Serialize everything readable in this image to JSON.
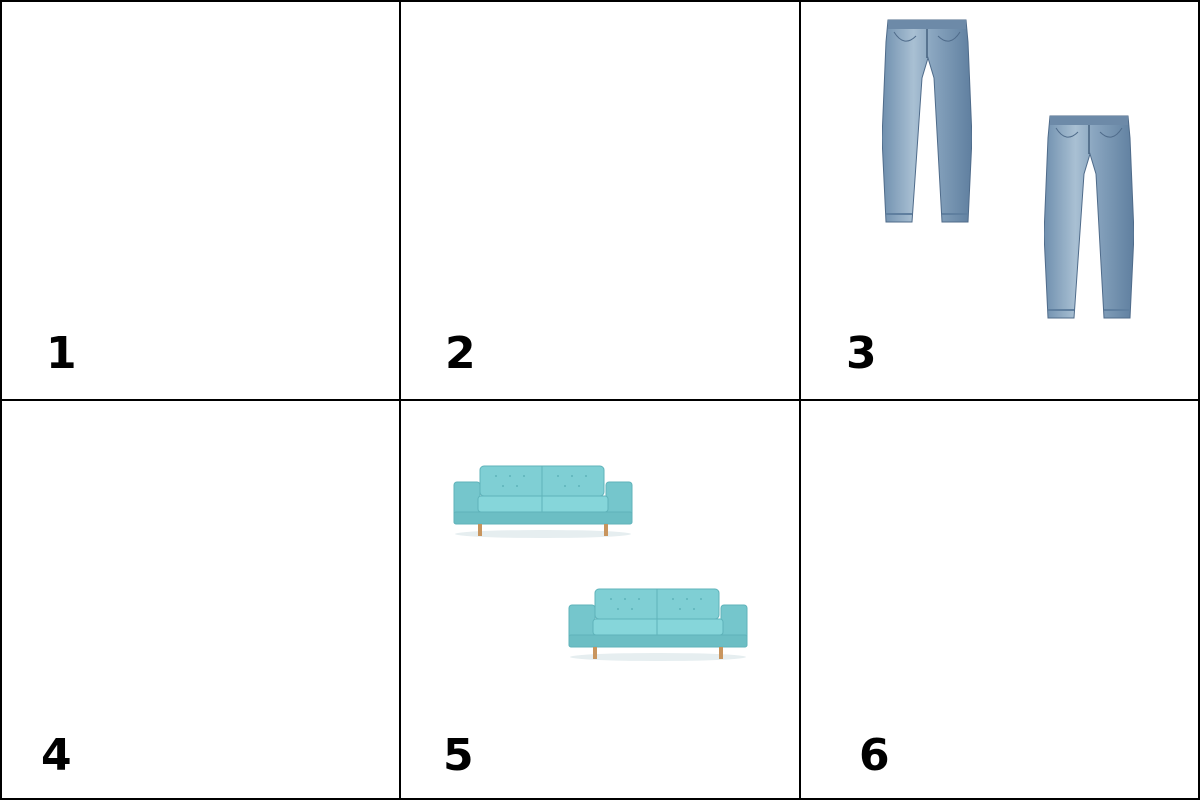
{
  "cells": [
    {
      "number": "1",
      "items": []
    },
    {
      "number": "2",
      "items": []
    },
    {
      "number": "3",
      "items": [
        "jeans",
        "jeans"
      ]
    },
    {
      "number": "4",
      "items": []
    },
    {
      "number": "5",
      "items": [
        "sofa",
        "sofa"
      ]
    },
    {
      "number": "6",
      "items": []
    }
  ],
  "colors": {
    "grid_line": "#000000",
    "background": "#ffffff",
    "denim_light": "#a9bfd1",
    "denim_mid": "#7f9bb6",
    "denim_dark": "#4f6b8a",
    "sofa_body": "#7fcfd4",
    "sofa_shadow": "#5fb3ba",
    "sofa_leg": "#c8955e"
  },
  "icons": {
    "jeans": "jeans-icon",
    "sofa": "sofa-icon"
  }
}
